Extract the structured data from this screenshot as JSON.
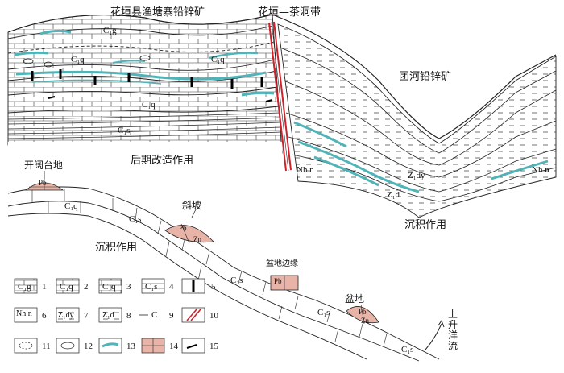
{
  "titles": {
    "mine_left": "花垣县渔塘寨铅锌矿",
    "fault_zone": "花垣—茶洞带",
    "mine_right": "团河铅锌矿",
    "later_process": "后期改造作用",
    "sedimentation_top": "沉积作用",
    "sedimentation_bottom": "沉积作用"
  },
  "settings": {
    "platform": "开阔台地",
    "slope": "斜坡",
    "basin_margin": "盆地边缘",
    "basin": "盆地",
    "upwelling": "上升洋流"
  },
  "strata_labels": {
    "c1g": "C₁g",
    "c1q_a": "C₁q",
    "c1q_b": "C₁q",
    "c1q_c": "C₁q",
    "c1s_top": "C₁s",
    "nh_n_left": "Nh n",
    "nh_n_right": "Nh n",
    "z1dy": "Z₁dy",
    "z1d": "Z₁d",
    "lower_c1q": "C₁q",
    "lower_c1s_a": "C₁s",
    "lower_c1s_b": "C₁s",
    "lower_c1s_c": "C₁s",
    "lower_c1s_d": "C₁s"
  },
  "orebody_labels": {
    "pb": "Pb",
    "zn": "Zn"
  },
  "legend": [
    {
      "num": "1",
      "symbol": "C₁g"
    },
    {
      "num": "2",
      "symbol": "C₁q"
    },
    {
      "num": "3",
      "symbol": "C₁q"
    },
    {
      "num": "4",
      "symbol": "C₁s"
    },
    {
      "num": "5",
      "symbol": ""
    },
    {
      "num": "6",
      "symbol": "Nh n"
    },
    {
      "num": "7",
      "symbol": "Z₁dy"
    },
    {
      "num": "8",
      "symbol": "Z₁d"
    },
    {
      "num": "9",
      "symbol": "C"
    },
    {
      "num": "10",
      "symbol": ""
    },
    {
      "num": "11",
      "symbol": ""
    },
    {
      "num": "12",
      "symbol": ""
    },
    {
      "num": "13",
      "symbol": ""
    },
    {
      "num": "14",
      "symbol": ""
    },
    {
      "num": "15",
      "symbol": ""
    }
  ],
  "colors": {
    "line": "#222222",
    "ore_fill": "#e8b4a8",
    "ore_vein": "#4fb3b8",
    "fault": "#d0202a"
  }
}
